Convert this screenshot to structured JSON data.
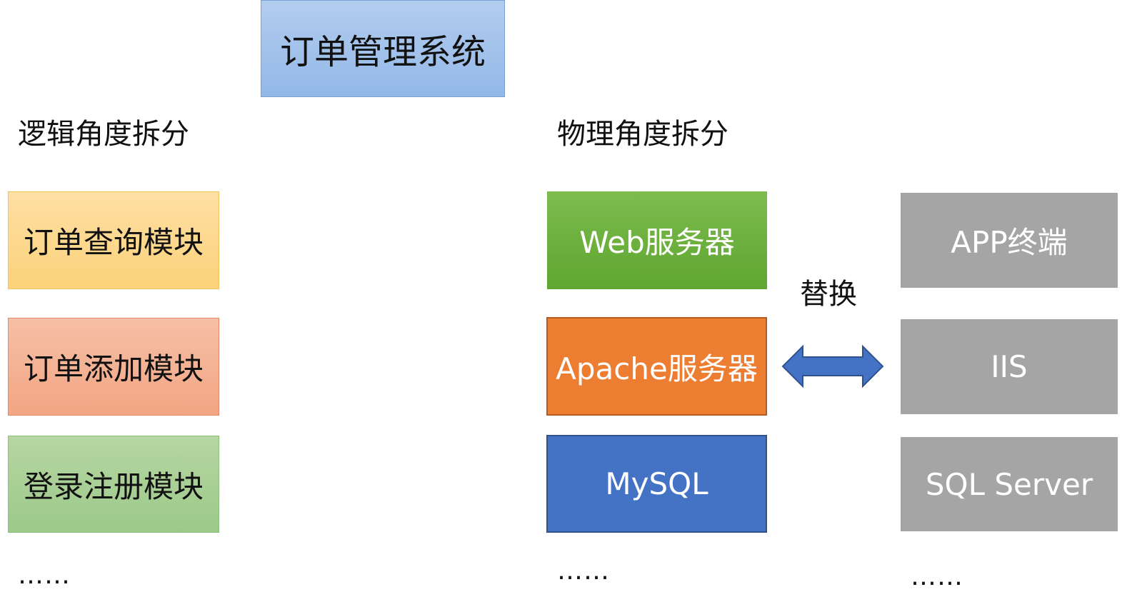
{
  "title": "订单管理系统",
  "logical": {
    "heading": "逻辑角度拆分",
    "modules": [
      "订单查询模块",
      "订单添加模块",
      "登录注册模块"
    ],
    "ellipsis": "……"
  },
  "physical": {
    "heading": "物理角度拆分",
    "components": [
      "Web服务器",
      "Apache服务器",
      "MySQL"
    ],
    "ellipsis": "……"
  },
  "replace_label": "替换",
  "alternatives": {
    "items": [
      "APP终端",
      "IIS",
      "SQL Server"
    ],
    "ellipsis": "……"
  },
  "colors": {
    "title_box": "#a3c2ea",
    "logic_yellow": "#fdd98e",
    "logic_red": "#f4b295",
    "logic_green": "#a9cf95",
    "phys_green": "#6cae3e",
    "phys_orange": "#ec7d31",
    "phys_blue": "#4472c4",
    "gray": "#a5a5a5",
    "arrow": "#4472c4"
  }
}
